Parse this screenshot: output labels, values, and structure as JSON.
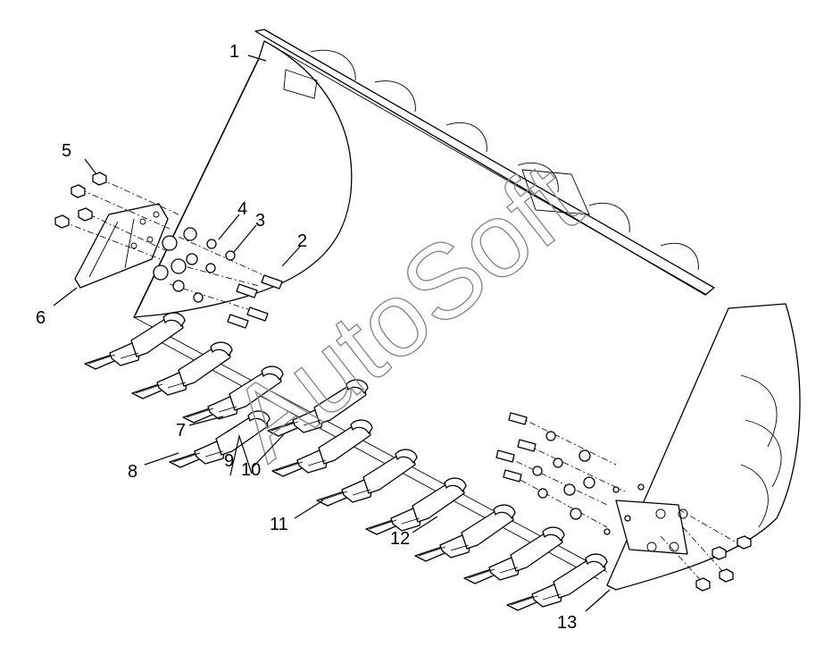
{
  "watermark": "AutoSoft",
  "callouts": [
    "1",
    "2",
    "3",
    "4",
    "5",
    "6",
    "7",
    "8",
    "9",
    "10",
    "11",
    "12",
    "13"
  ]
}
